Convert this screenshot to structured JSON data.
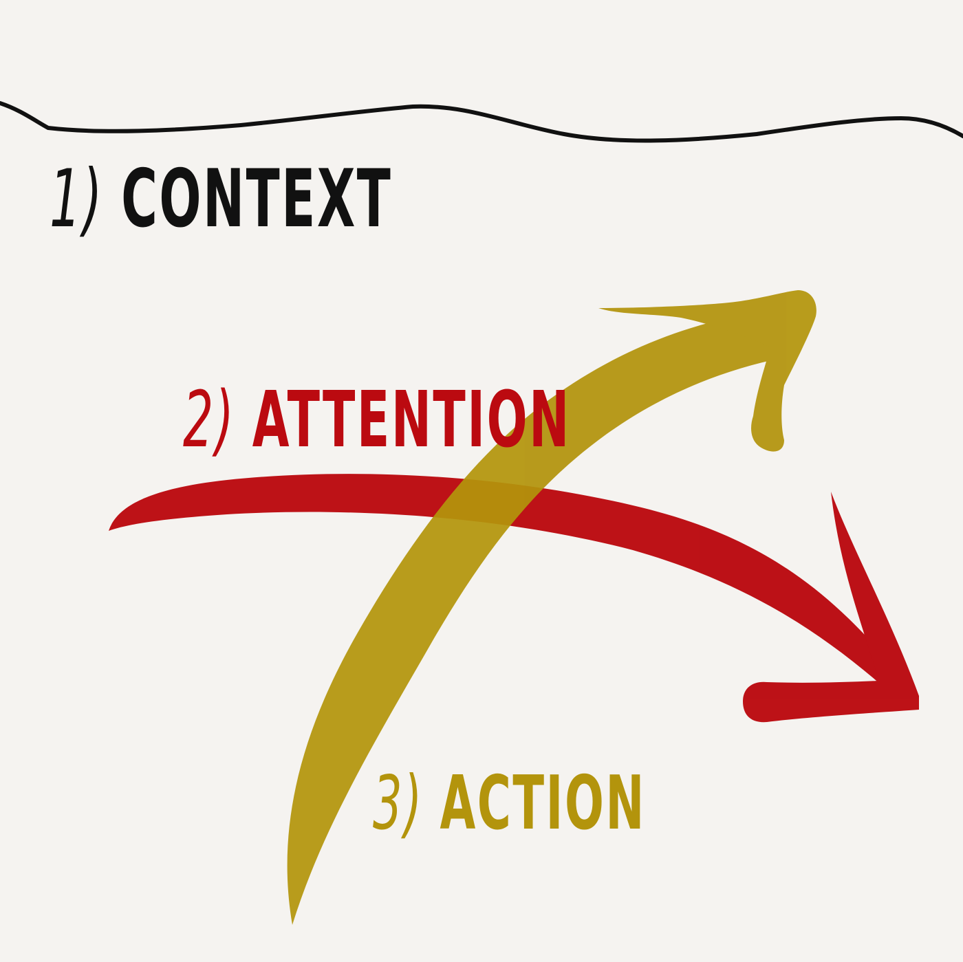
{
  "colors": {
    "background": "#f5f3f0",
    "context": "#111111",
    "attention": "#bb0a10",
    "action": "#b3940c"
  },
  "steps": [
    {
      "number": "1)",
      "label": "CONTEXT",
      "color": "#111111"
    },
    {
      "number": "2)",
      "label": "ATTENTION",
      "color": "#bb0a10"
    },
    {
      "number": "3)",
      "label": "ACTION",
      "color": "#b3940c"
    }
  ]
}
